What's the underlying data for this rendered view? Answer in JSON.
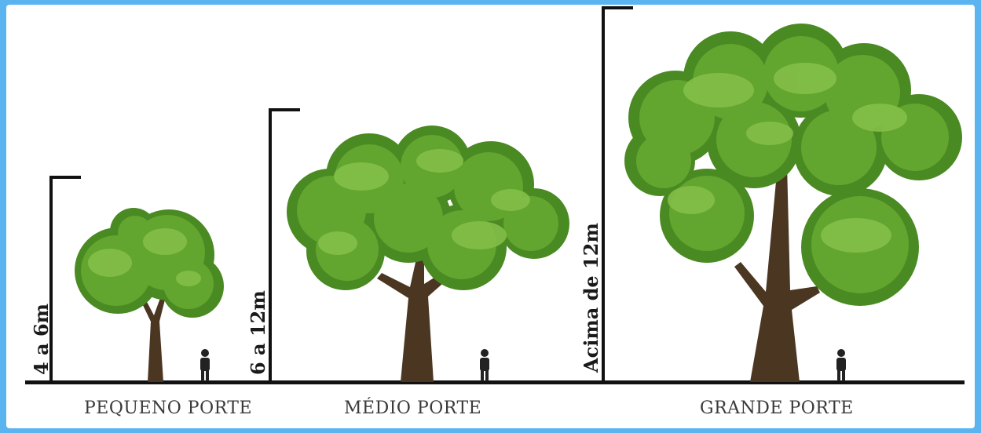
{
  "trees": [
    {
      "height_label": "4 a 6m",
      "category": "PEQUENO PORTE"
    },
    {
      "height_label": "6 a 12m",
      "category": "MÉDIO PORTE"
    },
    {
      "height_label": "Acima de 12m",
      "category": "GRANDE PORTE"
    }
  ],
  "colors": {
    "frame": "#5ab4f0",
    "foliage_dark": "#4a8a22",
    "foliage_mid": "#62a52f",
    "foliage_light": "#86c14a",
    "trunk": "#4b3622",
    "ground": "#111111",
    "person": "#222222"
  }
}
